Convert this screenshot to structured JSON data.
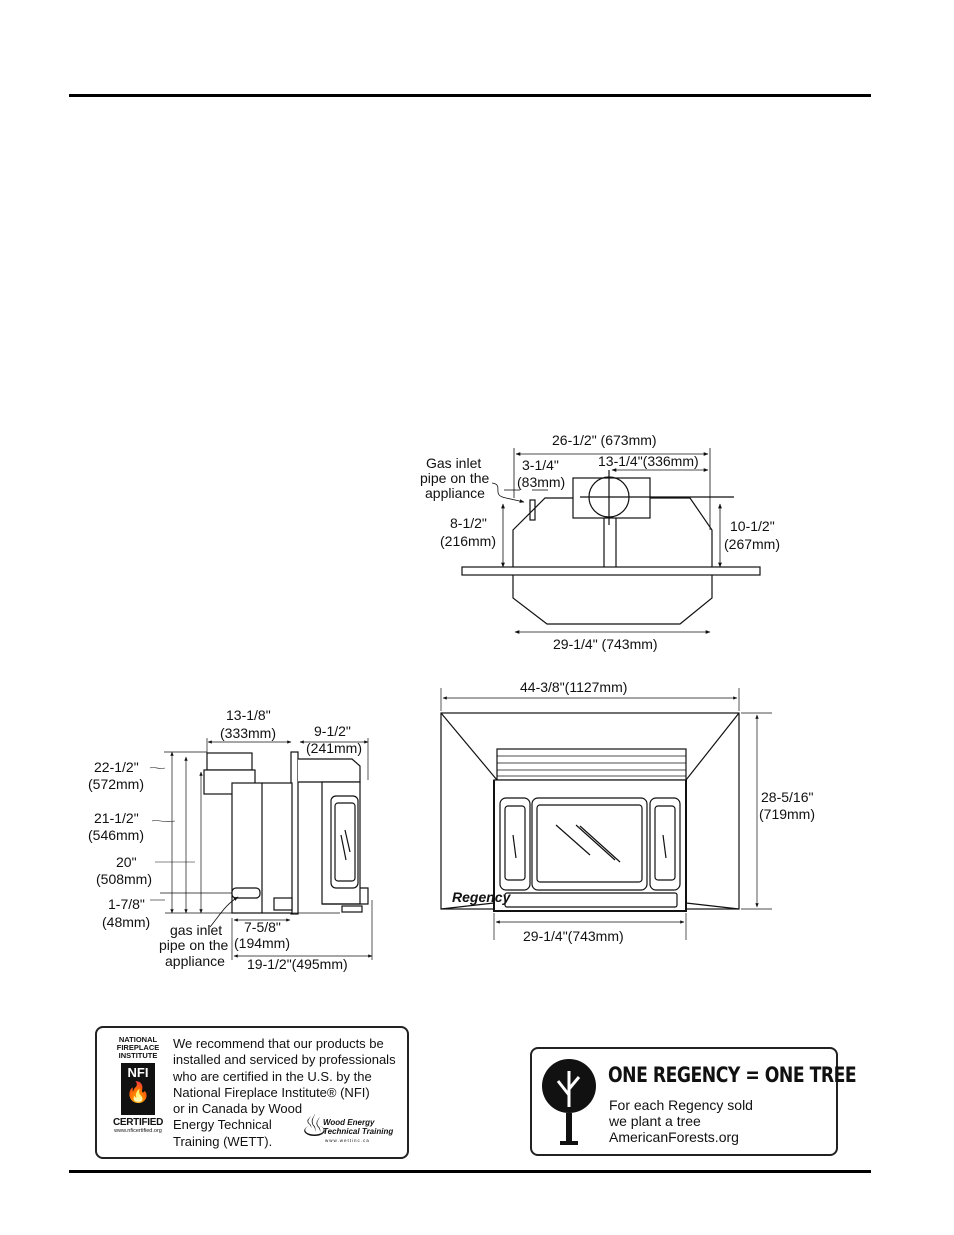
{
  "top_view": {
    "overall_width": "26-1/2\" (673mm)",
    "gas_inlet": [
      "Gas inlet",
      "pipe on the",
      "appliance"
    ],
    "offset_top": [
      "3-1/4\"",
      "(83mm)"
    ],
    "flue_offset": "13-1/4\"(336mm)",
    "left_depth": [
      "8-1/2\"",
      "(216mm)"
    ],
    "right_depth": [
      "10-1/2\"",
      "(267mm)"
    ],
    "front_width": "29-1/4\" (743mm)"
  },
  "side_view": {
    "flue_height": [
      "13-1/8\"",
      "(333mm)"
    ],
    "front_depth": [
      "9-1/2\"",
      "(241mm)"
    ],
    "h1": [
      "22-1/2\"",
      "(572mm)"
    ],
    "h2": [
      "21-1/2\"",
      "(546mm)"
    ],
    "h3": [
      "20\"",
      "(508mm)"
    ],
    "h4": [
      "1-7/8\"",
      "(48mm)"
    ],
    "gas_inlet": [
      "gas inlet",
      "pipe on the",
      "appliance"
    ],
    "inlet_depth": [
      "7-5/8\"",
      "(194mm)"
    ],
    "total_depth": "19-1/2\"(495mm)"
  },
  "front_view": {
    "overall_width": "44-3/8\"(1127mm)",
    "overall_height": [
      "28-5/16\"",
      "(719mm)"
    ],
    "base_width": "29-1/4\"(743mm)",
    "brand_mark": "Regency"
  },
  "nfi_box": {
    "logo_lines": [
      "NATIONAL",
      "FIREPLACE",
      "INSTITUTE"
    ],
    "logo_mark": "NFI",
    "logo_certified": "CERTIFIED",
    "logo_url": "www.nficertified.org",
    "text_lines": [
      "We recommend that our products be",
      "installed and serviced by professionals",
      "who are certified in the U.S. by the",
      "National Fireplace Institute® (NFI)",
      "or in Canada by Wood",
      "Energy Technical",
      "Training (WETT)."
    ],
    "wett_logo": [
      "Wood Energy",
      "Technical Training"
    ],
    "wett_url": "www.wettinc.ca"
  },
  "tree_box": {
    "title": "ONE REGENCY = ONE TREE",
    "lines": [
      "For each Regency sold",
      "we plant a tree",
      "AmericanForests.org"
    ]
  }
}
